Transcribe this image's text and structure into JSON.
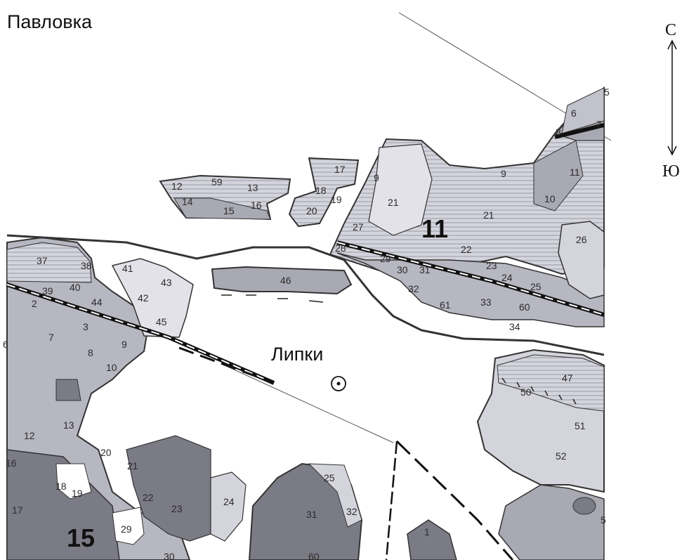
{
  "places": {
    "pavlovka": "Павловка",
    "lipki": "Липки"
  },
  "compass": {
    "north": "С",
    "south": "Ю"
  },
  "block_numbers": {
    "b11": "11",
    "b15": "15"
  },
  "parcel_labels": [
    "5",
    "6",
    "7",
    "8",
    "11",
    "9",
    "9",
    "21",
    "21",
    "10",
    "26",
    "17",
    "18",
    "19",
    "20",
    "12",
    "59",
    "13",
    "14",
    "16",
    "15",
    "27",
    "28",
    "22",
    "29",
    "30",
    "31",
    "23",
    "24",
    "25",
    "32",
    "61",
    "33",
    "60",
    "34",
    "37",
    "38",
    "39",
    "40",
    "41",
    "43",
    "42",
    "44",
    "45",
    "2",
    "3",
    "7",
    "8",
    "9",
    "10",
    "46",
    "47",
    "50",
    "51",
    "52",
    "13",
    "12",
    "16",
    "20",
    "21",
    "18",
    "19",
    "22",
    "23",
    "24",
    "17",
    "29",
    "30",
    "25",
    "31",
    "32",
    "1",
    "5",
    "60",
    "6"
  ],
  "colors": {
    "light_parcel": "#d4d4dd",
    "medium_parcel": "#a9a9b4",
    "dark_parcel": "#7b7b86",
    "outline": "#333333",
    "road": "#111111"
  }
}
